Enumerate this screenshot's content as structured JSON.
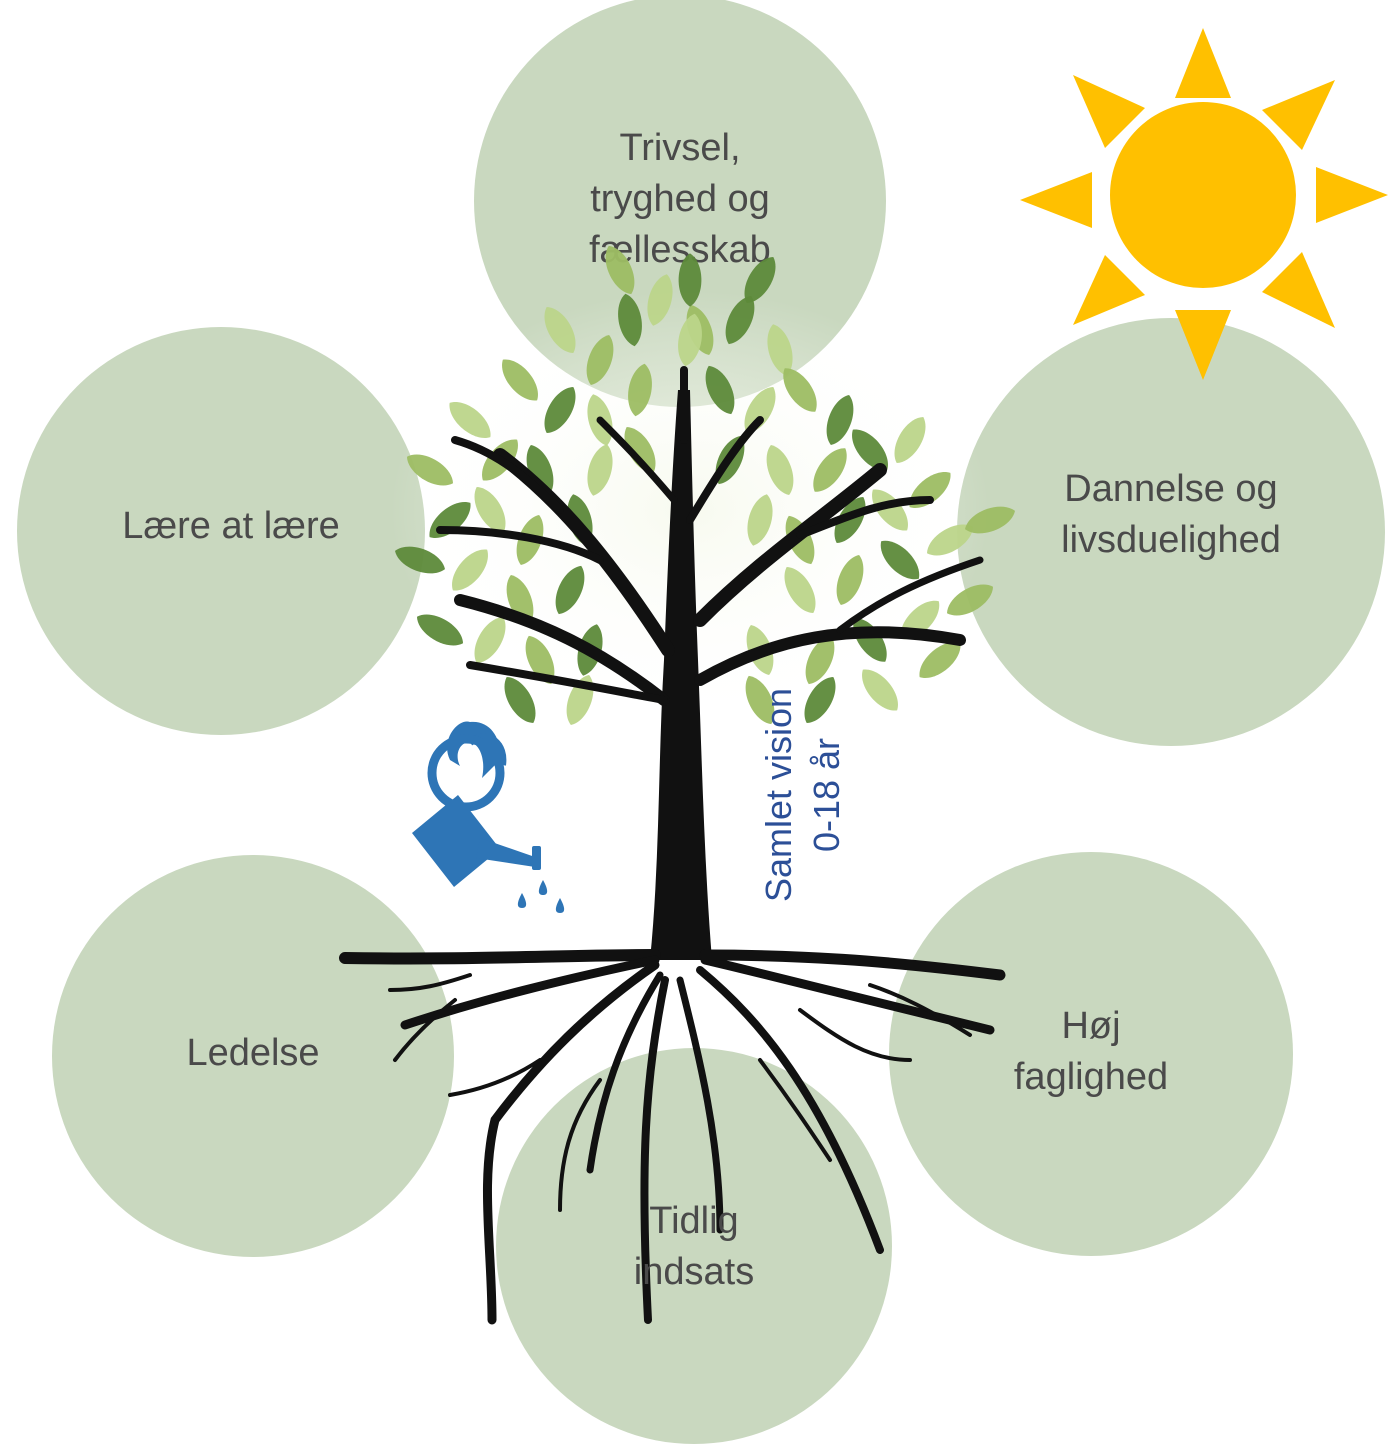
{
  "diagram": {
    "circles": {
      "top": "Trivsel,\ntryghed og\nfællesskab",
      "left_upper": "Lære at lære",
      "right_upper": "Dannelse og\nlivsduelighed",
      "left_lower": "Ledelse",
      "right_lower": "Høj\nfaglighed",
      "bottom": "Tidlig\nindsats"
    },
    "vision_label": "Samlet vision\n0-18 år"
  },
  "icons": {
    "sun": "sun-icon",
    "watering_can": "watering-can-icon",
    "tree": "tree-illustration"
  },
  "colors": {
    "circle_fill": "#c9d8bf",
    "circle_text": "#4a4a4a",
    "vision_text": "#2c4f97",
    "sun": "#ffc000",
    "watering_can": "#2e75b6",
    "trunk": "#111111",
    "leaf_light": "#bcd58a",
    "leaf_mid": "#9dbd63",
    "leaf_dark": "#5d8a3a"
  }
}
